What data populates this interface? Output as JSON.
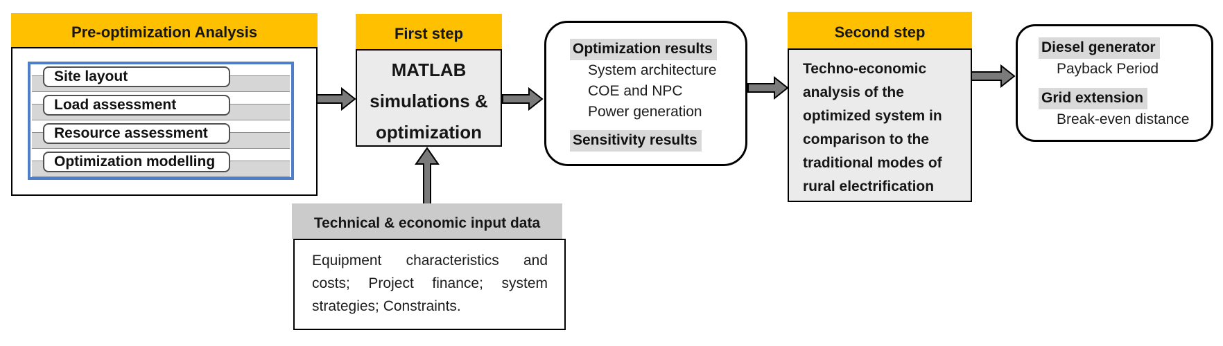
{
  "pre_optimization": {
    "title": "Pre-optimization Analysis",
    "items": [
      "Site layout",
      "Load assessment",
      "Resource assessment",
      "Optimization modelling"
    ]
  },
  "first_step": {
    "label": "First step",
    "body": "MATLAB simulations & optimization"
  },
  "results_box": {
    "sections": [
      {
        "heading": "Optimization results",
        "items": [
          "System architecture",
          "COE and NPC",
          "Power generation"
        ]
      },
      {
        "heading": "Sensitivity results",
        "items": []
      }
    ]
  },
  "second_step": {
    "label": "Second step",
    "body": "Techno-economic analysis of the optimized system in comparison to the traditional modes of rural electrification"
  },
  "final_box": {
    "sections": [
      {
        "heading": "Diesel generator",
        "items": [
          "Payback Period"
        ]
      },
      {
        "heading": "Grid extension",
        "items": [
          "Break-even distance"
        ]
      }
    ]
  },
  "input_data": {
    "title": "Technical & economic input data",
    "body": "Equipment characteristics and costs; Project finance; system strategies; Constraints."
  },
  "colors": {
    "header_orange": "#FFC000",
    "body_gray": "#EBEBEB",
    "highlight_gray": "#D9D9D9",
    "input_header_gray": "#CBCBCB",
    "panel_blue": "#4E7EC8",
    "stripe_gray": "#D6D6D6",
    "arrow_gray": "#7A7A7A"
  }
}
